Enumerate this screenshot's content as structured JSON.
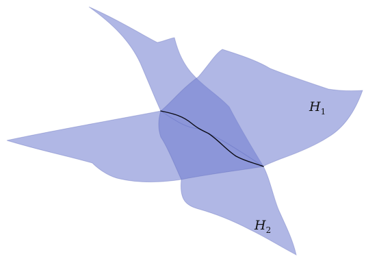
{
  "figure": {
    "surfaces": [
      {
        "name": "H",
        "subscript": "1"
      },
      {
        "name": "H",
        "subscript": "2"
      }
    ],
    "colors": {
      "surface_fill": "#6f7cd0",
      "intersection_curve": "#0a0a14",
      "background": "#ffffff"
    }
  }
}
